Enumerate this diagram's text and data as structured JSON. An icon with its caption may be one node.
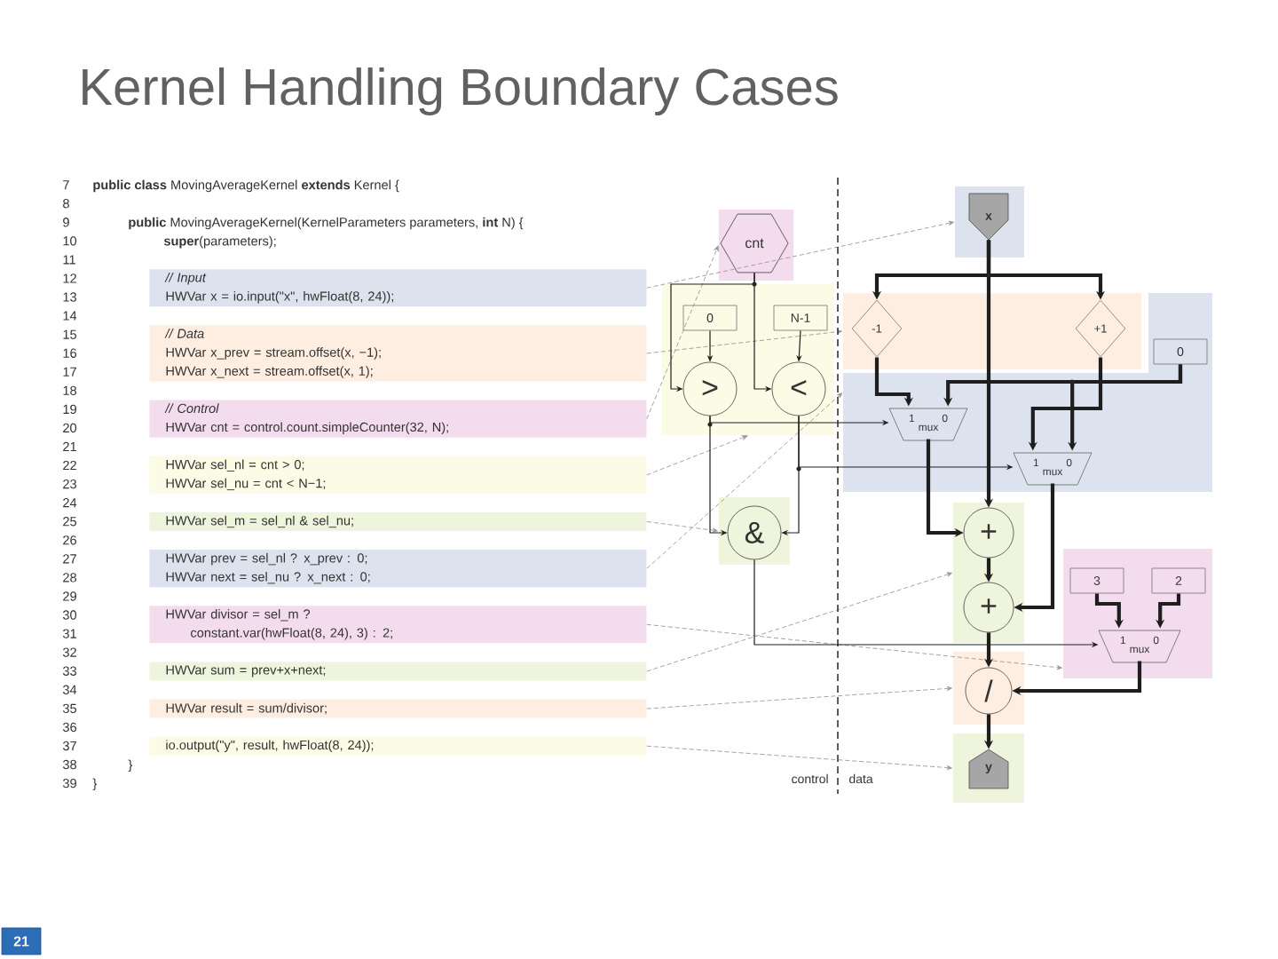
{
  "diagram": {
    "title": "Kernel Handling Boundary Cases",
    "nodes": [
      {
        "text": [
          "// Input",
          "HWVar x = io.input(\"x\", hwFloat(8, 24));"
        ]
      },
      {
        "text": [
          "// Data",
          "HWVar x_prev = stream.offset(x, −1);",
          "HWVar x_next = stream.offset(x, 1);"
        ]
      },
      {
        "text": [
          "// Control",
          "HWVar cnt = control.count.simpleCounter(32, N);"
        ]
      },
      {
        "text": [
          "HWVar sel_nl = cnt > 0;",
          "HWVar sel_nu = cnt < N−1;"
        ]
      },
      {
        "text": [
          "HWVar sel_m = sel_nl & sel_nu;"
        ]
      },
      {
        "text": [
          "HWVar prev = sel_nl ? x_prev : 0;",
          "HWVar next = sel_nu ? x_next : 0;"
        ]
      },
      {
        "text": [
          "HWVar divisor = sel_m ?",
          "constant.var(hwFloat(8, 24), 3) : 2;"
        ]
      },
      {
        "text": [
          "HWVar sum = prev+x+next;"
        ]
      },
      {
        "text": [
          "HWVar result = sum/divisor;"
        ]
      },
      {
        "text": [
          "io.output(\"y\", result, hwFloat(8, 24));"
        ]
      },
      {
        "text": [],
        "shape": "box"
      },
      {
        "text": [
          "cnt"
        ],
        "in": 10
      },
      {
        "text": [],
        "shape": "box"
      },
      {
        "text": [
          "x"
        ],
        "in": 12
      },
      {
        "text": [],
        "shape": "box"
      },
      {
        "text": [
          "0"
        ],
        "in": 14
      },
      {
        "text": [
          "N-1"
        ],
        "in": 14
      },
      {
        "text": [
          ">"
        ],
        "in": 14
      },
      {
        "text": [
          "<"
        ],
        "in": 14
      },
      {
        "text": [],
        "shape": "box"
      },
      {
        "text": [
          "-1"
        ],
        "in": 19
      },
      {
        "text": [
          "+1"
        ],
        "in": 19
      },
      {
        "text": [],
        "shape": "box"
      },
      {
        "text": [
          "0"
        ],
        "in": 22
      },
      {
        "text": [
          "1",
          "mux",
          "0"
        ],
        "in": 22
      },
      {
        "text": [
          "1",
          "mux",
          "0"
        ],
        "in": 22
      },
      {
        "text": [],
        "shape": "box"
      },
      {
        "text": [
          "&"
        ],
        "in": 26
      },
      {
        "text": [],
        "shape": "box"
      },
      {
        "text": [
          "+"
        ],
        "in": 28
      },
      {
        "text": [
          "+"
        ],
        "in": 28
      },
      {
        "text": [],
        "shape": "box"
      },
      {
        "text": [
          "3"
        ],
        "in": 31
      },
      {
        "text": [
          "2"
        ],
        "in": 31
      },
      {
        "text": [
          "1",
          "mux",
          "0"
        ],
        "in": 31
      },
      {
        "text": [],
        "shape": "box"
      },
      {
        "text": [
          "/"
        ],
        "in": 35
      },
      {
        "text": [],
        "shape": "box"
      },
      {
        "text": [
          "y"
        ],
        "in": 37
      }
    ],
    "edges": [
      {
        "from": 0,
        "to": 12,
        "arrow": "to",
        "style": "dashed",
        "color": "#9a9a9a"
      },
      {
        "from": 1,
        "to": 19,
        "arrow": "to",
        "style": "dashed",
        "color": "#9a9a9a"
      },
      {
        "from": 2,
        "to": 10,
        "arrow": "to",
        "style": "dashed",
        "color": "#9a9a9a"
      },
      {
        "from": 3,
        "to": 14,
        "arrow": "to",
        "style": "dashed",
        "color": "#9a9a9a"
      },
      {
        "from": 4,
        "to": 26,
        "arrow": "to",
        "style": "dashed",
        "color": "#9a9a9a"
      },
      {
        "from": 5,
        "to": 22,
        "arrow": "to",
        "style": "dashed",
        "color": "#9a9a9a"
      },
      {
        "from": 6,
        "to": 31,
        "arrow": "to",
        "style": "dashed",
        "color": "#9a9a9a"
      },
      {
        "from": 7,
        "to": 28,
        "arrow": "to",
        "style": "dashed",
        "color": "#9a9a9a"
      },
      {
        "from": 8,
        "to": 35,
        "arrow": "to",
        "style": "dashed",
        "color": "#9a9a9a"
      },
      {
        "from": 9,
        "to": 37,
        "arrow": "to",
        "style": "dashed",
        "color": "#9a9a9a"
      },
      {
        "from": 11,
        "to": 17,
        "arrow": "to"
      },
      {
        "from": 11,
        "to": 18,
        "arrow": "to"
      },
      {
        "from": 15,
        "to": 17,
        "arrow": "to"
      },
      {
        "from": 16,
        "to": 18,
        "arrow": "to"
      },
      {
        "from": 17,
        "to": 24,
        "arrow": "to"
      },
      {
        "from": 17,
        "to": 27,
        "arrow": "to"
      },
      {
        "from": 18,
        "to": 25,
        "arrow": "to"
      },
      {
        "from": 18,
        "to": 27,
        "arrow": "to"
      },
      {
        "from": 27,
        "to": 34,
        "arrow": "to"
      },
      {
        "from": 13,
        "to": 20,
        "arrow": "to",
        "style": "thick"
      },
      {
        "from": 13,
        "to": 21,
        "arrow": "to",
        "style": "thick"
      },
      {
        "from": 13,
        "to": 29,
        "arrow": "to",
        "style": "thick"
      },
      {
        "from": 20,
        "to": 24,
        "arrow": "to",
        "style": "thick"
      },
      {
        "from": 23,
        "to": 24,
        "arrow": "to",
        "style": "thick"
      },
      {
        "from": 23,
        "to": 25,
        "arrow": "to",
        "style": "thick"
      },
      {
        "from": 21,
        "to": 25,
        "arrow": "to",
        "style": "thick"
      },
      {
        "from": 24,
        "to": 29,
        "arrow": "to",
        "style": "thick"
      },
      {
        "from": 25,
        "to": 30,
        "arrow": "to",
        "style": "thick"
      },
      {
        "from": 29,
        "to": 30,
        "arrow": "to",
        "style": "thick"
      },
      {
        "from": 30,
        "to": 36,
        "arrow": "to",
        "style": "thick"
      },
      {
        "from": 32,
        "to": 34,
        "arrow": "to",
        "style": "thick"
      },
      {
        "from": 33,
        "to": 34,
        "arrow": "to",
        "style": "thick"
      },
      {
        "from": 34,
        "to": 36,
        "arrow": "to",
        "style": "thick"
      },
      {
        "from": 36,
        "to": 38,
        "arrow": "to",
        "style": "thick"
      }
    ],
    "labels": [
      "7",
      "**public class** MovingAverageKernel **extends** Kernel {",
      "8",
      "9",
      "**public** MovingAverageKernel(KernelParameters parameters, **int** N) {",
      "10",
      "**super**(parameters);",
      "11",
      "12",
      "13",
      "14",
      "15",
      "16",
      "17",
      "18",
      "19",
      "20",
      "21",
      "22",
      "23",
      "24",
      "25",
      "26",
      "27",
      "28",
      "29",
      "30",
      "31",
      "32",
      "33",
      "34",
      "35",
      "36",
      "37",
      "38",
      "}",
      "39",
      "}",
      "control",
      "data",
      "21"
    ]
  }
}
